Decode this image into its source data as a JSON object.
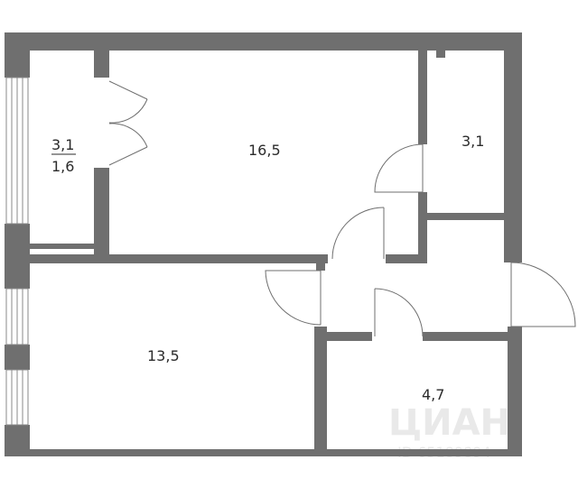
{
  "rooms": {
    "balcony_area": "3,1",
    "balcony_area_reduced": "1,6",
    "main_room": "16,5",
    "bathroom": "3,1",
    "bedroom": "13,5",
    "kitchen": "4,7"
  },
  "watermark": {
    "brand": "ЦИАН",
    "listing_id": "ID 65189894"
  },
  "colors": {
    "wall": "#6f6f6f",
    "text": "#2b2b2b",
    "background": "#ffffff"
  }
}
